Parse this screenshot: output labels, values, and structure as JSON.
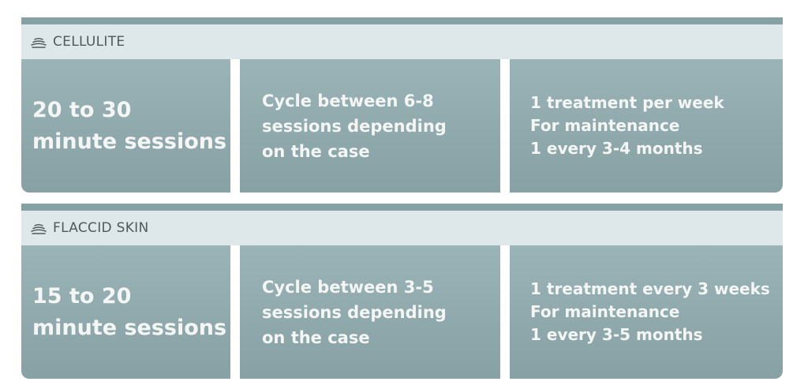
{
  "sections": [
    {
      "title": "CELLULITE",
      "duration": [
        "20 to 30",
        "minute sessions"
      ],
      "cycle": [
        "Cycle between 6-8",
        "sessions depending",
        "on the case"
      ],
      "frequency": [
        "1 treatment per week",
        "For maintenance",
        "1 every 3-4 months"
      ]
    },
    {
      "title": "FLACCID SKIN",
      "duration": [
        "15 to 20",
        "minute sessions"
      ],
      "cycle": [
        "Cycle between 3-5",
        "sessions  depending",
        "on the case"
      ],
      "frequency": [
        "1 treatment every 3 weeks",
        "For maintenance",
        "1 every 3-5 months"
      ]
    }
  ],
  "icons": {
    "header_icon": "waves-icon"
  },
  "colors": {
    "strip": "#86a1a4",
    "header_bg": "#dee7e9",
    "cell_bg": "#93acaf",
    "cell_text": "#f3f6f5",
    "header_text": "#505a5c"
  }
}
